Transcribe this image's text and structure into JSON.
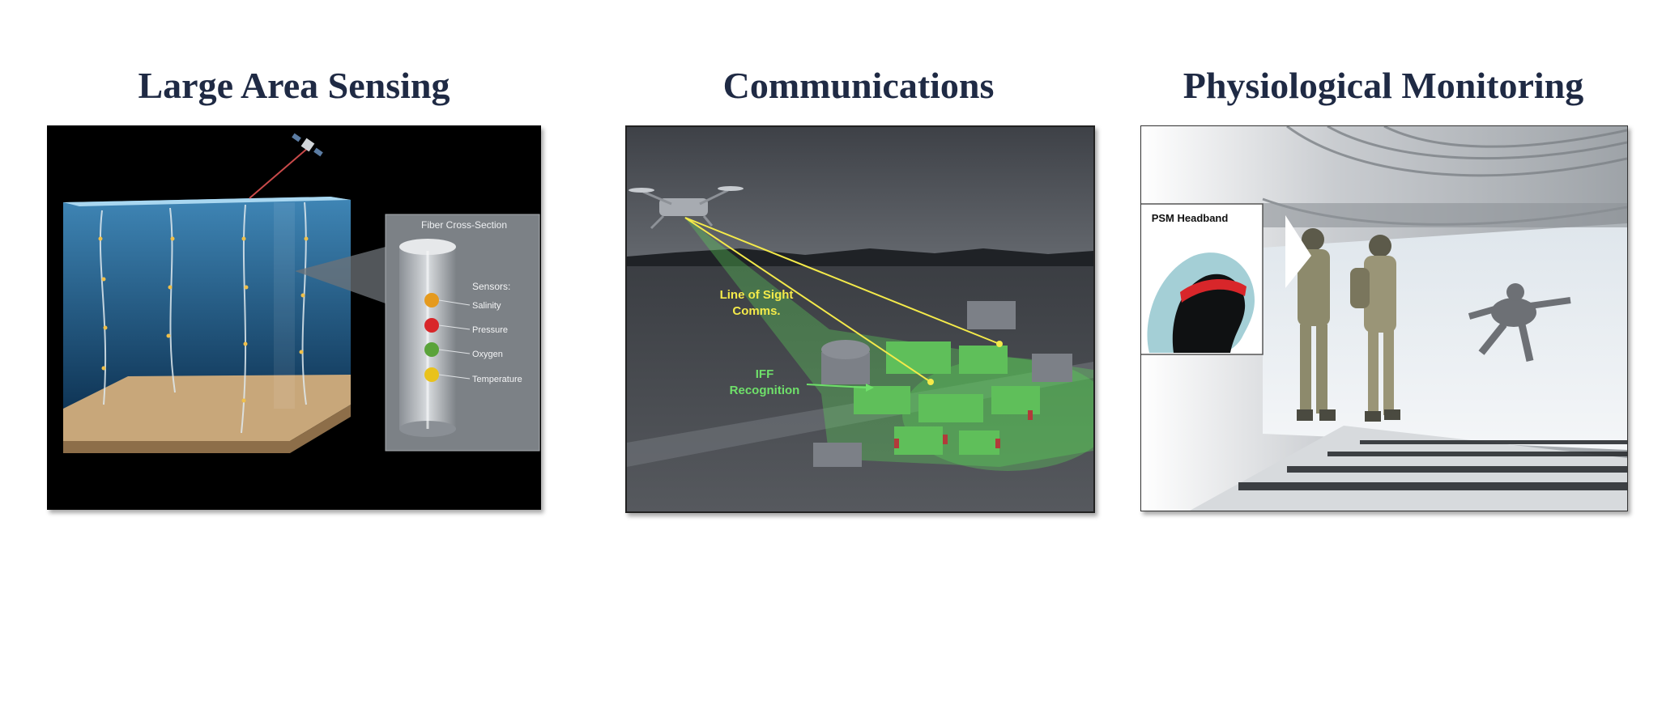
{
  "panels": [
    {
      "title": "Large Area Sensing",
      "fiber_title": "Fiber Cross-Section",
      "sensors_label": "Sensors:",
      "sensors": [
        {
          "name": "Salinity",
          "color": "#e59a1e"
        },
        {
          "name": "Pressure",
          "color": "#d8262a"
        },
        {
          "name": "Oxygen",
          "color": "#5aa33a"
        },
        {
          "name": "Temperature",
          "color": "#e9c21c"
        }
      ]
    },
    {
      "title": "Communications",
      "los_label_1": "Line of Sight",
      "los_label_2": "Comms.",
      "iff_label_1": "IFF",
      "iff_label_2": "Recognition"
    },
    {
      "title": "Physiological Monitoring",
      "inset_label": "PSM Headband"
    }
  ],
  "colors": {
    "title": "#1f2a44",
    "ocean": "#1b4f7a",
    "seafloor": "#c8a77a",
    "comms_green": "#6fe06a",
    "comms_yellow": "#f4ea4a",
    "headband_red": "#d8262a"
  }
}
